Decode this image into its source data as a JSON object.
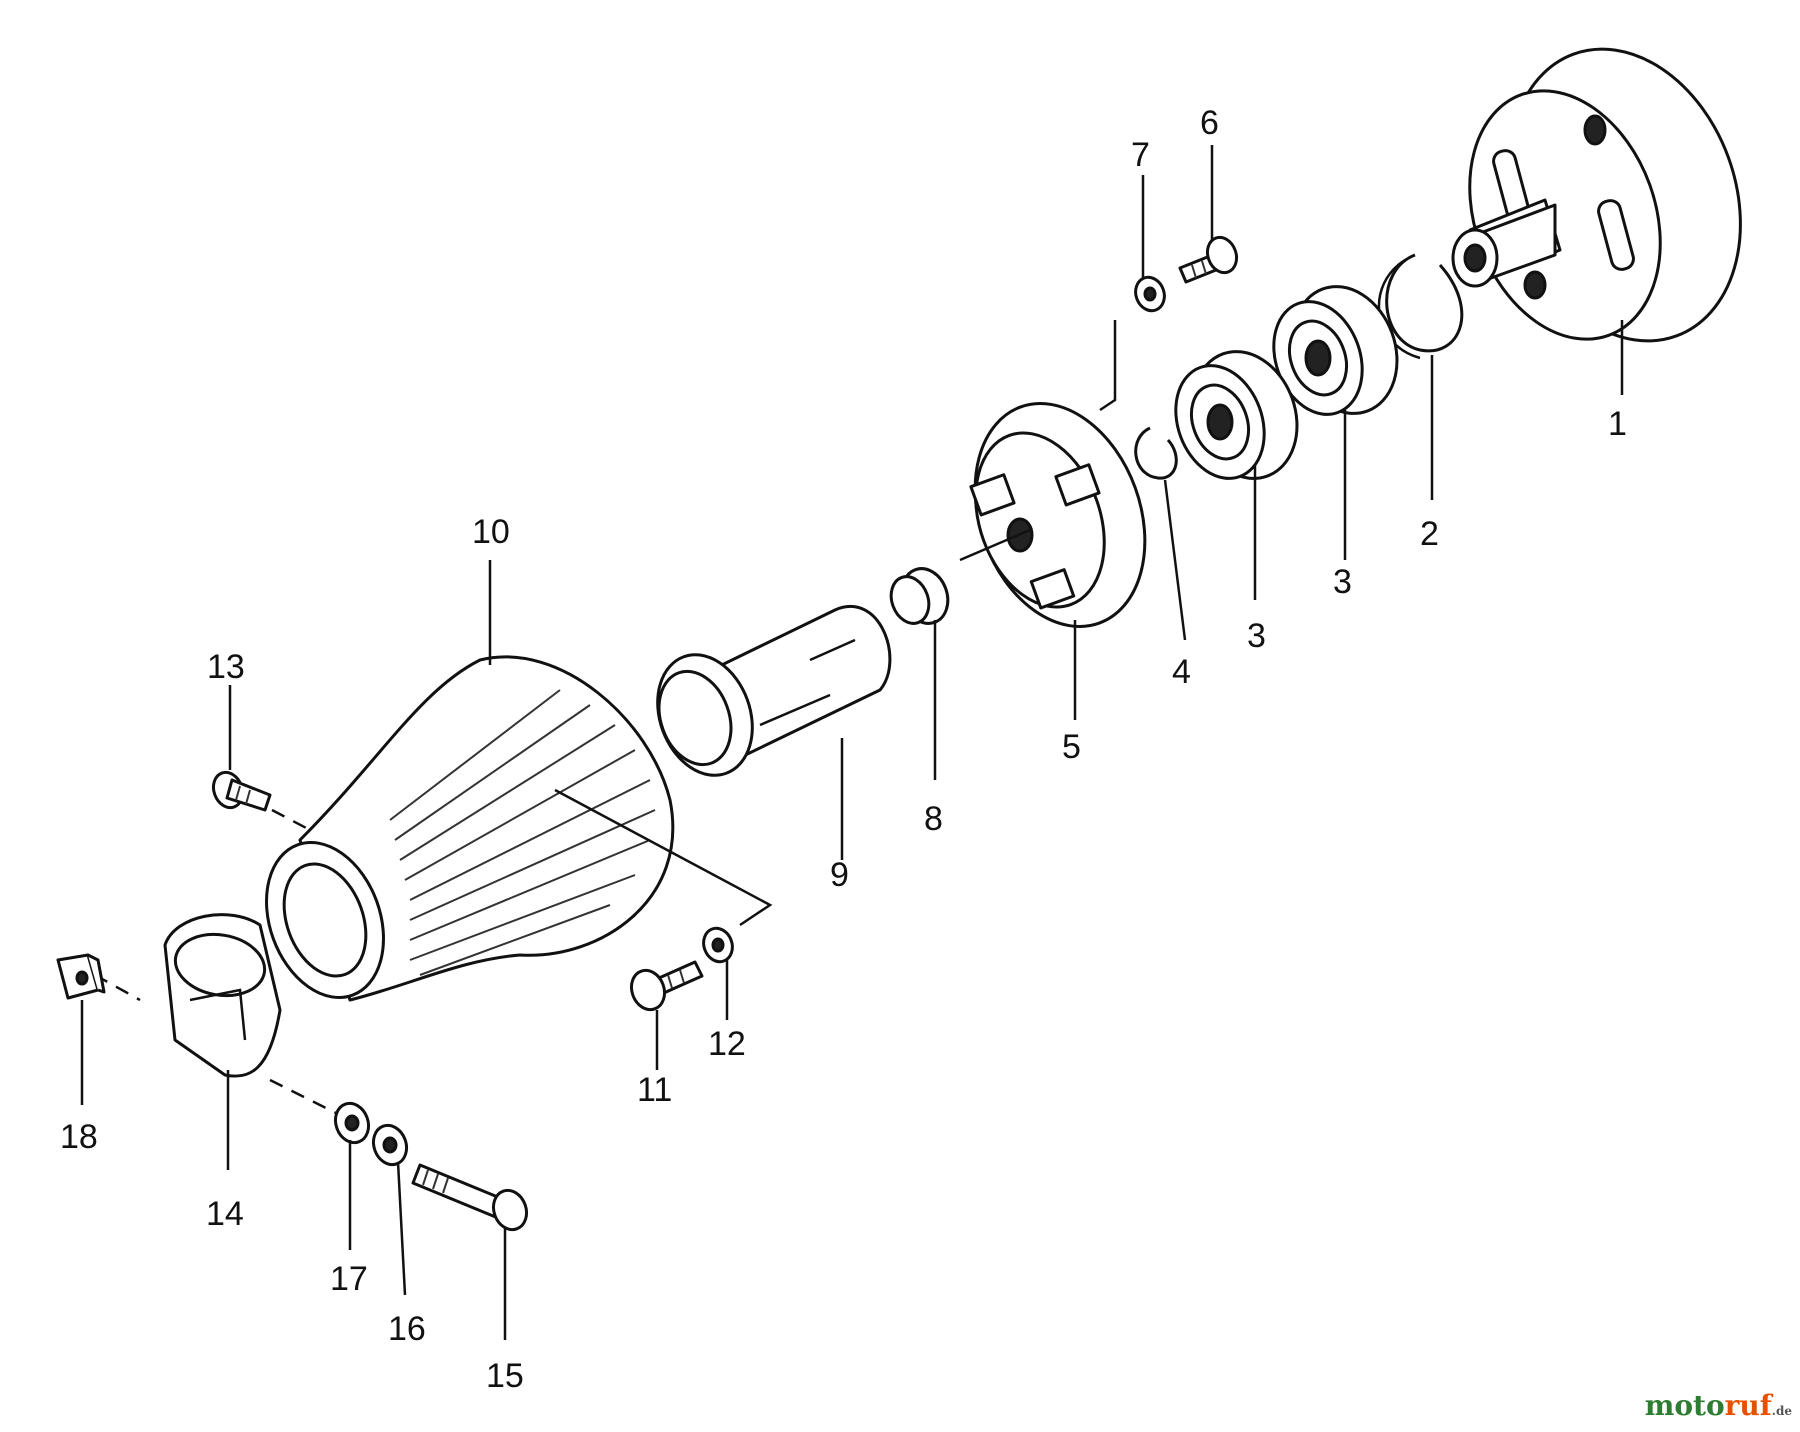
{
  "callouts": [
    "1",
    "2",
    "3",
    "3",
    "4",
    "5",
    "6",
    "7",
    "8",
    "9",
    "10",
    "11",
    "12",
    "13",
    "14",
    "15",
    "16",
    "17",
    "18"
  ],
  "watermark": {
    "part1": "moto",
    "part2": "ruf",
    "part3": ".de"
  },
  "colors": {
    "line": "#111111",
    "watermark_green": "#2e7d32",
    "watermark_orange": "#e65100"
  }
}
